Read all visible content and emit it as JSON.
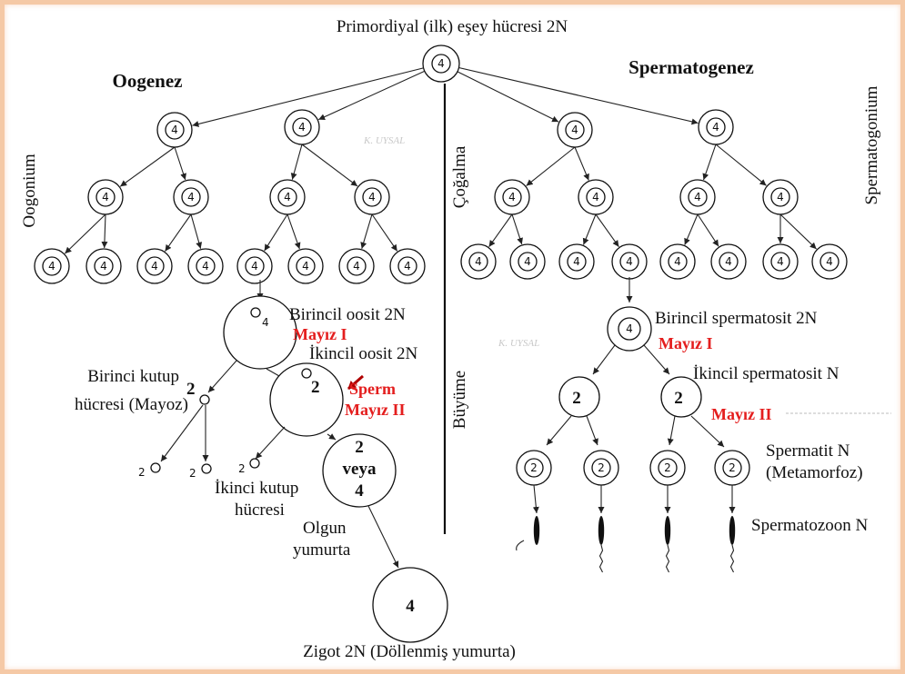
{
  "title": "Primordiyal (ilk) eşey hücresi 2N",
  "left_header": "Oogenez",
  "right_header": "Spermatogenez",
  "left_side_label": "Oogonium",
  "right_side_label": "Spermatogonium",
  "center_top_label": "Çoğalma",
  "center_mid_label": "Büyüme",
  "watermark": "K. UYSAL",
  "cell_number": "4",
  "cell_number_half": "2",
  "oogenesis": {
    "primary": "Birincil oosit 2N",
    "meiosis1": "Mayız I",
    "secondary": "İkincil oosit 2N",
    "sperm": "Sperm",
    "meiosis2": "Mayız II",
    "polar1_a": "Birinci kutup",
    "polar1_b": "hücresi (Mayoz)",
    "polar2_a": "İkinci kutup",
    "polar2_b": "hücresi",
    "egg_a": "Olgun",
    "egg_b": "yumurta",
    "egg_n1": "2",
    "egg_n2": "veya",
    "egg_n3": "4",
    "zygote": "Zigot 2N (Döllenmiş yumurta)",
    "zygote_n": "4"
  },
  "spermatogenesis": {
    "primary": "Birincil spermatosit 2N",
    "meiosis1": "Mayız I",
    "secondary": "İkincil spermatosit N",
    "meiosis2": "Mayız II",
    "spermatid_a": "Spermatit N",
    "spermatid_b": "(Metamorfoz)",
    "spermatozoon": "Spermatozoon N"
  }
}
